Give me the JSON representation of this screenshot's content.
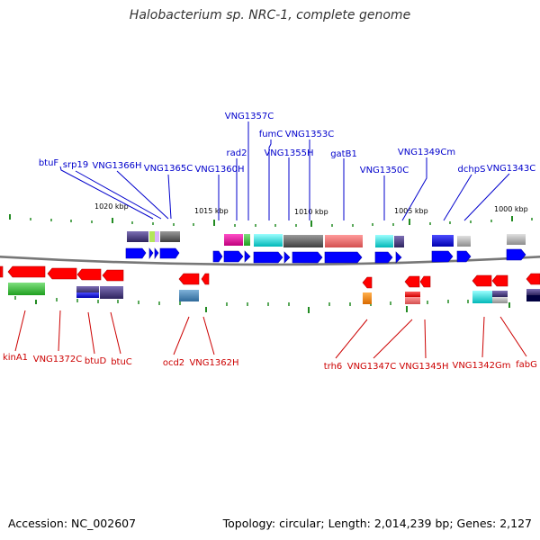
{
  "title": "Halobacterium sp. NRC-1, complete genome",
  "footer": {
    "accession": "Accession: NC_002607",
    "summary": "Topology: circular; Length: 2,014,239 bp; Genes: 2,127"
  },
  "colors": {
    "forward_label": "#0000cc",
    "reverse_label": "#cc0000",
    "forward_arrow": "#0000ff",
    "reverse_arrow": "#ff0000",
    "tick": "#228b22",
    "backbone": "#888888"
  },
  "scale_labels": [
    "1020 kbp",
    "1015 kbp",
    "1010 kbp",
    "1005 kbp",
    "1000 kbp"
  ],
  "forward_gene_labels": [
    "btuF",
    "srp19",
    "VNG1366H",
    "VNG1365C",
    "VNG1360H",
    "rad2",
    "VNG1357C",
    "fumC",
    "VNG1355H",
    "VNG1353C",
    "gatB1",
    "VNG1350C",
    "VNG1349Cm",
    "dchpS",
    "VNG1343C"
  ],
  "reverse_gene_labels": [
    "kinA1",
    "VNG1372C",
    "btuD",
    "btuC",
    "ocd2",
    "VNG1362H",
    "trh6",
    "VNG1347C",
    "VNG1345H",
    "VNG1342Gm",
    "fabG"
  ]
}
